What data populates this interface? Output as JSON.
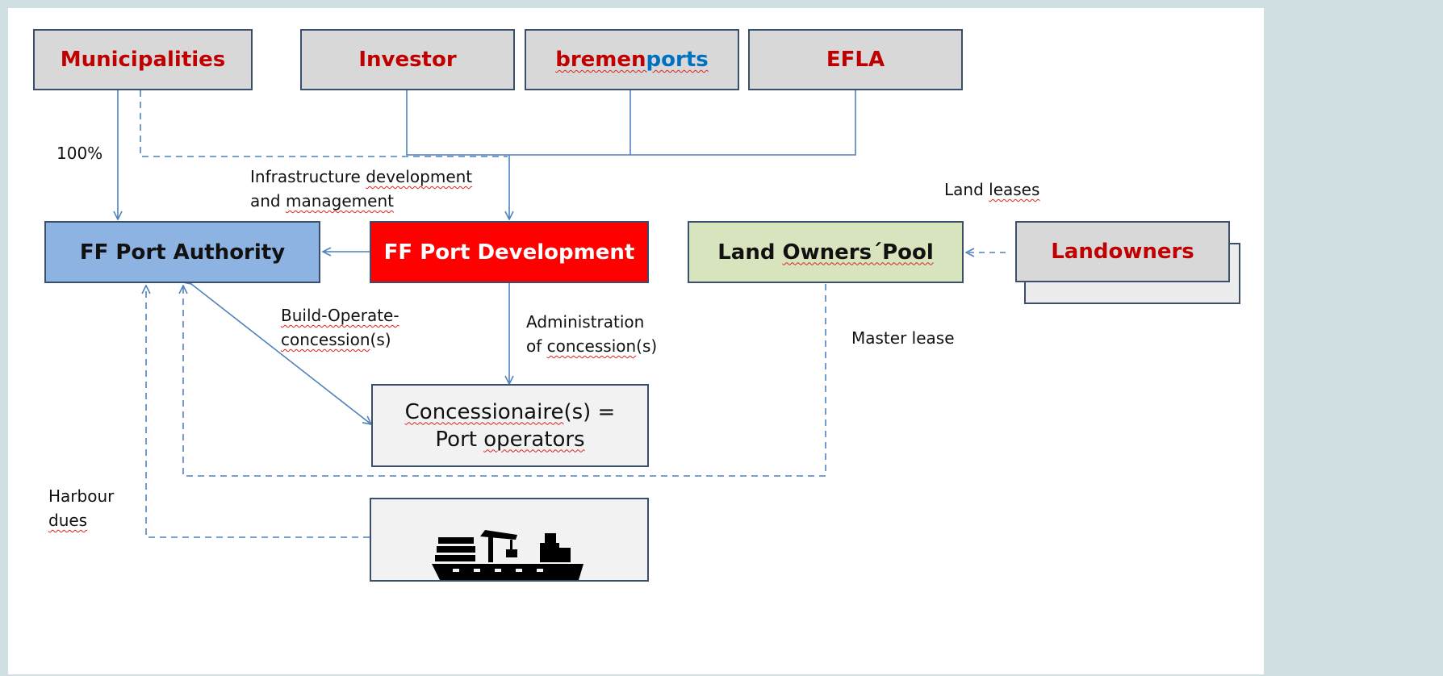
{
  "boxes": {
    "municipalities": "Municipalities",
    "investor": "Investor",
    "bremenports": {
      "part1": "bremen",
      "part2": "ports"
    },
    "efla": "EFLA",
    "port_authority": "FF Port Authority",
    "port_development": "FF Port Development",
    "land_owners_pool": {
      "part1": "Land ",
      "part2": "Owners´Pool"
    },
    "landowners": "Landowners",
    "concessionaire": {
      "line1_word": "Concessionaire",
      "line1_rest": "(s) =",
      "line2_a": "Port ",
      "line2_b": "operators"
    }
  },
  "labels": {
    "percent": "100%",
    "infra_line1_a": "Infrastructure ",
    "infra_line1_b": "development",
    "infra_line2_a": "and ",
    "infra_line2_b": "management",
    "land_leases_a": "Land ",
    "land_leases_b": "leases",
    "build_line1": "Build-Operate-",
    "build_line2_a": "concession",
    "build_line2_b": "(s)",
    "admin_line1": "Administration",
    "admin_line2_a": "of ",
    "admin_line2_b": "concession",
    "admin_line2_c": "(s)",
    "master_lease": "Master lease",
    "harbour_line1": "Harbour",
    "harbour_line2": "dues"
  },
  "icons": {
    "ship": "cargo-ship-icon"
  },
  "colors": {
    "authority_fill": "#8db3e2",
    "development_fill": "#ff0000",
    "pool_fill": "#d7e4bd",
    "box_text_red": "#c00000",
    "bremenports_blue": "#0070c0",
    "line_blue": "#4f81bd",
    "page_bg": "#cfdfe2"
  }
}
